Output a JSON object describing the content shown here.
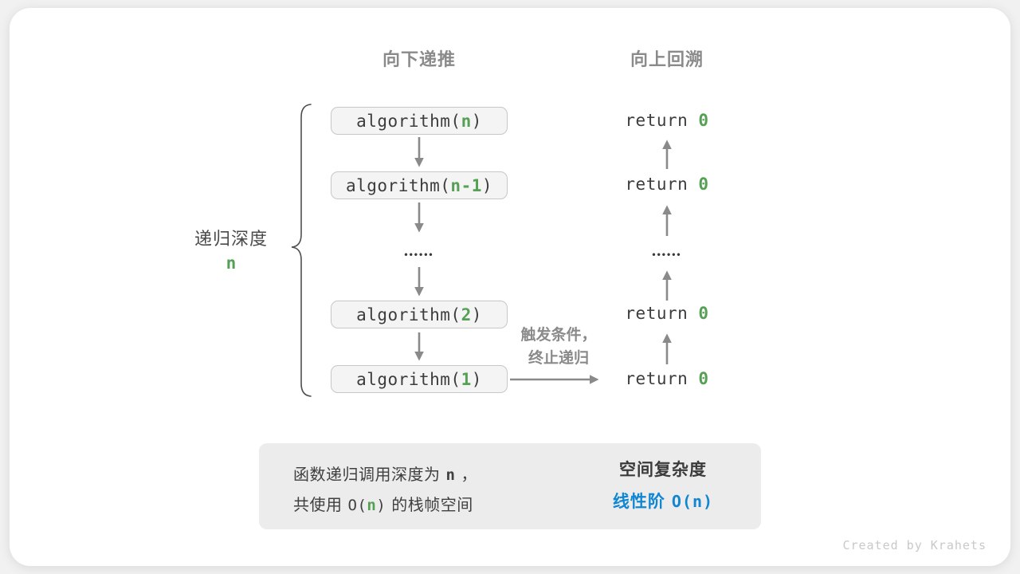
{
  "colors": {
    "green": "#55a055",
    "blue": "#1186d1",
    "heading_gray": "#8a8a8a",
    "dark_text": "#3d3d3d",
    "arrow_gray": "#8a8a8a",
    "box_bg": "#f4f4f4",
    "box_border": "#c7c7c7",
    "summary_bg": "#ececec"
  },
  "headers": {
    "descend": "向下递推",
    "backtrack": "向上回溯"
  },
  "depth_label": {
    "title": "递归深度",
    "variable": "n"
  },
  "calls": [
    {
      "pre": "algorithm(",
      "arg": "n",
      "post": ")"
    },
    {
      "pre": "algorithm(",
      "arg": "n-1",
      "post": ")"
    },
    {
      "pre": "algorithm(",
      "arg": "2",
      "post": ")"
    },
    {
      "pre": "algorithm(",
      "arg": "1",
      "post": ")"
    }
  ],
  "returns": [
    {
      "keyword": "return ",
      "value": "0"
    },
    {
      "keyword": "return ",
      "value": "0"
    },
    {
      "keyword": "return ",
      "value": "0"
    },
    {
      "keyword": "return ",
      "value": "0"
    }
  ],
  "ellipsis": "••••••",
  "trigger": {
    "line1": "触发条件，",
    "line2": "终止递归"
  },
  "summary": {
    "line1_pre": "函数递归调用深度为",
    "line1_var": "n",
    "line1_post": "，",
    "line2_pre": "共使用",
    "line2_code_pre": "O(",
    "line2_code_var": "n",
    "line2_code_post": ")",
    "line2_post": "的栈帧空间",
    "result_title": "空间复杂度",
    "result_label": "线性阶",
    "result_code": "O(n)"
  },
  "footer": {
    "credit": "Created by Krahets"
  }
}
